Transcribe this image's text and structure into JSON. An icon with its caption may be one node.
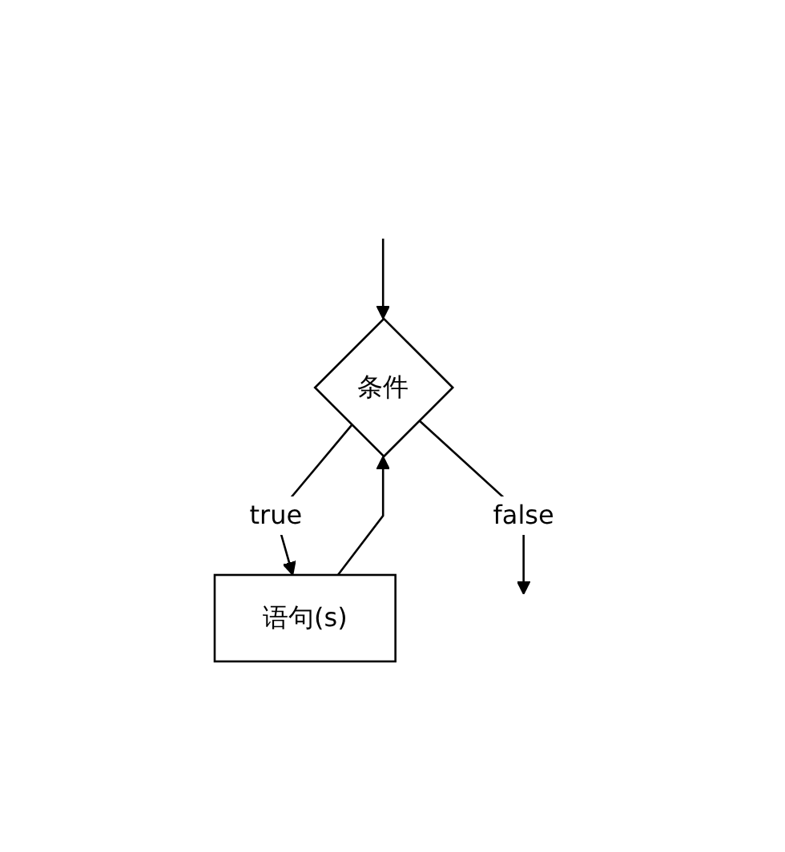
{
  "diagram": {
    "nodes": [
      {
        "text": [
          "条件"
        ]
      },
      {
        "text": [
          "语句(s)"
        ]
      }
    ],
    "edges": [
      {
        "from": null,
        "to": 0,
        "arrow": "to"
      },
      {
        "from": 0,
        "to": 1,
        "label": "true",
        "arrow": "to"
      },
      {
        "from": 1,
        "to": 0,
        "arrow": "to"
      },
      {
        "from": 0,
        "to": null,
        "label": "false",
        "arrow": "to"
      }
    ]
  }
}
